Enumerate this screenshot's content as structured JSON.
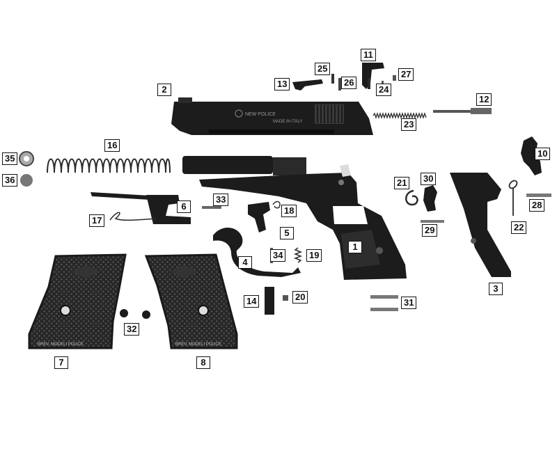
{
  "diagram": {
    "labels": {
      "p1": "1",
      "p2": "2",
      "p3": "3",
      "p4": "4",
      "p5": "5",
      "p6": "6",
      "p7": "7",
      "p8": "8",
      "p10": "10",
      "p11": "11",
      "p12": "12",
      "p13": "13",
      "p14": "14",
      "p16": "16",
      "p17": "17",
      "p18": "18",
      "p19": "19",
      "p20": "20",
      "p21": "21",
      "p22": "22",
      "p23": "23",
      "p24": "24",
      "p25": "25",
      "p26": "26",
      "p27": "27",
      "p28": "28",
      "p29": "29",
      "p30": "30",
      "p31": "31",
      "p32": "32",
      "p33": "33",
      "p34": "34",
      "p35": "35",
      "p36": "36"
    },
    "slide_engraving_1": "NEW POLICE",
    "slide_engraving_2": "MADE IN ITALY",
    "grip_left_engraving": "BREV. MODELI POLICE",
    "grip_right_engraving": "BREV. MODELI POLICE",
    "colors": {
      "part": "#1c1c1c",
      "part_light": "#4a4a4a",
      "spring": "#2a2a2a",
      "label_border": "#111111"
    }
  }
}
